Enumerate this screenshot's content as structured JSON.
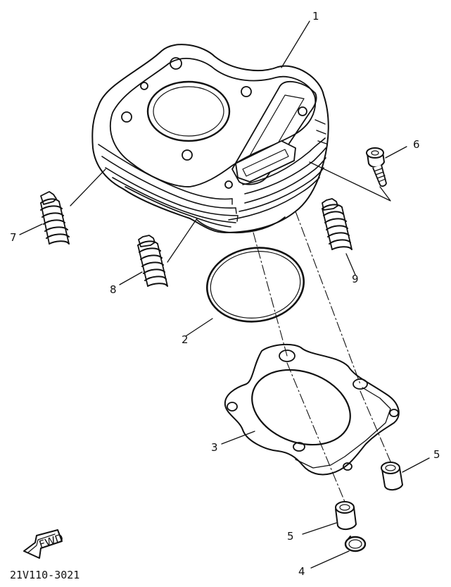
{
  "callouts": {
    "c1": "1",
    "c2": "2",
    "c3": "3",
    "c4": "4",
    "c5a": "5",
    "c5b": "5",
    "c6": "6",
    "c7": "7",
    "c8": "8",
    "c9": "9"
  },
  "fwd_label": "FWD",
  "diagram_code": "21V110-3021"
}
